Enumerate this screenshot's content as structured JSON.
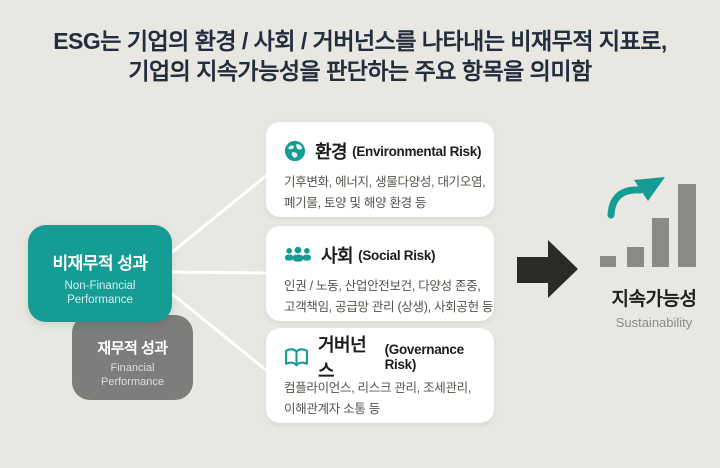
{
  "title": {
    "line1": "ESG는 기업의 환경 / 사회 / 거버넌스를 나타내는 비재무적 지표로,",
    "line2": "기업의 지속가능성을 판단하는 주요 항목을 의미함"
  },
  "left": {
    "non_financial": {
      "label": "비재무적 성과",
      "sub1": "Non-Financial",
      "sub2": "Performance"
    },
    "financial": {
      "label": "재무적 성과",
      "sub1": "Financial",
      "sub2": "Performance"
    }
  },
  "cards": [
    {
      "icon": "globe-icon",
      "name": "환경",
      "risk": "(Environmental Risk)",
      "line1": "기후변화, 에너지, 생물다양성, 대기오염,",
      "line2": "폐기물, 토양 및 해양 환경 등"
    },
    {
      "icon": "people-icon",
      "name": "사회",
      "risk": "(Social Risk)",
      "line1": "인권 / 노동, 산업안전보건, 다양성 존중,",
      "line2": "고객책임, 공급망 관리 (상생), 사회공헌 등"
    },
    {
      "icon": "book-icon",
      "name": "거버넌스",
      "risk": "(Governance Risk)",
      "line1": "컴플라이언스, 리스크 관리, 조세관리,",
      "line2": "이해관계자 소통 등"
    }
  ],
  "result": {
    "label": "지속가능성",
    "sub": "Sustainability"
  },
  "colors": {
    "background": "#e9e7e1",
    "teal": "#149c95",
    "gray_box": "#7d7d7c",
    "title_text": "#222d3d",
    "dark_arrow": "#2b2a26",
    "bar_gray": "#8a8a87",
    "card_white": "#ffffff"
  }
}
